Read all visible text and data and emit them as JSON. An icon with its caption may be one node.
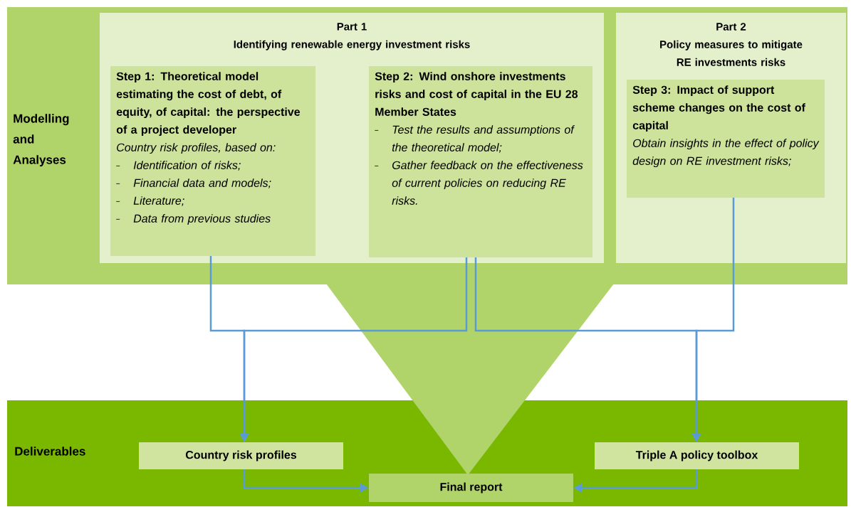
{
  "diagram": {
    "nodes": [
      {
        "text": [
          "Modelling and Analyses"
        ]
      },
      {
        "text": [
          "Part 1",
          "Identifying renewable energy investment risks"
        ],
        "in": 0
      },
      {
        "text": [
          "Step 1: Theoretical model estimating the cost of debt, of equity, of capital: the perspective of a project developer",
          "Country risk profiles, based on:",
          "Identification of risks;",
          "Financial data and models;",
          "Literature;",
          "Data from previous studies"
        ],
        "in": 1
      },
      {
        "text": [
          "Step 2: Wind onshore investments risks and cost of capital in the EU 28 Member States",
          "Test the results and assumptions of the theoretical model;",
          "Gather feedback on the effectiveness of current policies on reducing RE risks."
        ],
        "in": 1
      },
      {
        "text": [
          "Part 2",
          "Policy measures to mitigate RE investments risks"
        ],
        "in": 0
      },
      {
        "text": [
          "Step 3: Impact of support scheme changes on the cost of capital",
          "Obtain insights in the effect of policy design on RE investment risks;"
        ],
        "in": 4
      },
      {
        "text": [
          "Deliverables"
        ]
      },
      {
        "text": [
          "Country risk profiles"
        ],
        "in": 6
      },
      {
        "text": [
          "Triple A policy toolbox"
        ],
        "in": 6
      },
      {
        "text": [
          "Final report"
        ],
        "in": 6
      }
    ],
    "edges": [
      {
        "from": 2,
        "to": 7,
        "arrow": "to"
      },
      {
        "from": 3,
        "to": 7,
        "arrow": "to"
      },
      {
        "from": 3,
        "to": 8,
        "arrow": "to"
      },
      {
        "from": 5,
        "to": 8,
        "arrow": "to"
      },
      {
        "from": 7,
        "to": 9,
        "arrow": "to"
      },
      {
        "from": 8,
        "to": 9,
        "arrow": "to"
      }
    ]
  }
}
